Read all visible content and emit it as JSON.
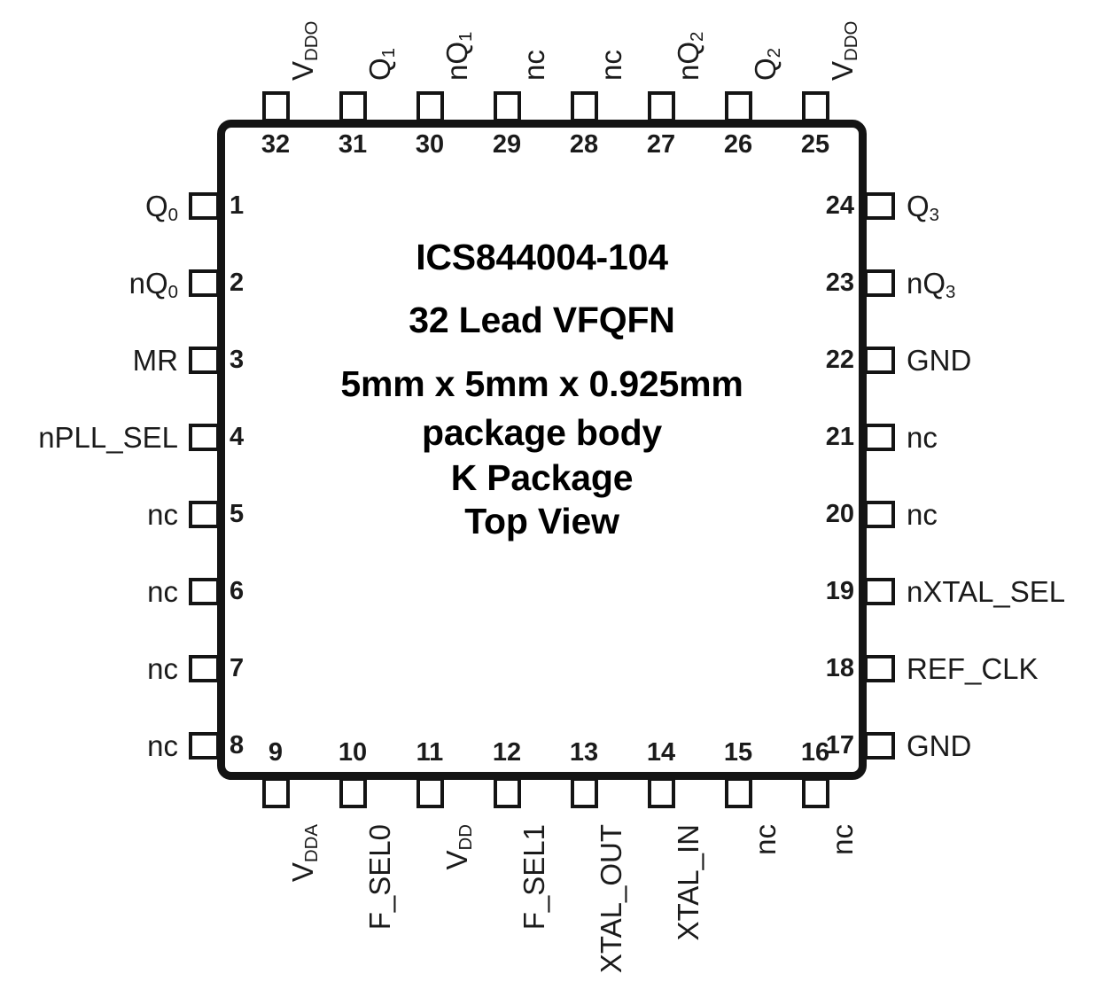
{
  "diagram": {
    "title": "ICS844004-104 32 Lead VFQFN Pinout",
    "center_lines": {
      "part_number": "ICS844004-104",
      "lead_package": "32 Lead VFQFN",
      "dimensions": "5mm x 5mm x 0.925mm",
      "body": "package body",
      "package_code": "K Package",
      "view": "Top View"
    },
    "colors": {
      "outline": "#141414",
      "text": "#1b1b1b",
      "background": "#ffffff"
    }
  },
  "pins": {
    "left": [
      {
        "number": "1",
        "label": "Q",
        "sub": "0"
      },
      {
        "number": "2",
        "label": "nQ",
        "sub": "0"
      },
      {
        "number": "3",
        "label": "MR",
        "sub": ""
      },
      {
        "number": "4",
        "label": "nPLL_SEL",
        "sub": ""
      },
      {
        "number": "5",
        "label": "nc",
        "sub": ""
      },
      {
        "number": "6",
        "label": "nc",
        "sub": ""
      },
      {
        "number": "7",
        "label": "nc",
        "sub": ""
      },
      {
        "number": "8",
        "label": "nc",
        "sub": ""
      }
    ],
    "bottom": [
      {
        "number": "9",
        "label": "V",
        "sub": "DDA"
      },
      {
        "number": "10",
        "label": "F_SEL0",
        "sub": ""
      },
      {
        "number": "11",
        "label": "V",
        "sub": "DD"
      },
      {
        "number": "12",
        "label": "F_SEL1",
        "sub": ""
      },
      {
        "number": "13",
        "label": "XTAL_OUT",
        "sub": ""
      },
      {
        "number": "14",
        "label": "XTAL_IN",
        "sub": ""
      },
      {
        "number": "15",
        "label": "nc",
        "sub": ""
      },
      {
        "number": "16",
        "label": "nc",
        "sub": ""
      }
    ],
    "right": [
      {
        "number": "17",
        "label": "GND",
        "sub": ""
      },
      {
        "number": "18",
        "label": "REF_CLK",
        "sub": ""
      },
      {
        "number": "19",
        "label": "nXTAL_SEL",
        "sub": ""
      },
      {
        "number": "20",
        "label": "nc",
        "sub": ""
      },
      {
        "number": "21",
        "label": "nc",
        "sub": ""
      },
      {
        "number": "22",
        "label": "GND",
        "sub": ""
      },
      {
        "number": "23",
        "label": "nQ",
        "sub": "3"
      },
      {
        "number": "24",
        "label": "Q",
        "sub": "3"
      }
    ],
    "top": [
      {
        "number": "25",
        "label": "V",
        "sub": "DDO"
      },
      {
        "number": "26",
        "label": "Q",
        "sub": "2"
      },
      {
        "number": "27",
        "label": "nQ",
        "sub": "2"
      },
      {
        "number": "28",
        "label": "nc",
        "sub": ""
      },
      {
        "number": "29",
        "label": "nc",
        "sub": ""
      },
      {
        "number": "30",
        "label": "nQ",
        "sub": "1"
      },
      {
        "number": "31",
        "label": "Q",
        "sub": "1"
      },
      {
        "number": "32",
        "label": "V",
        "sub": "DDO"
      }
    ]
  }
}
